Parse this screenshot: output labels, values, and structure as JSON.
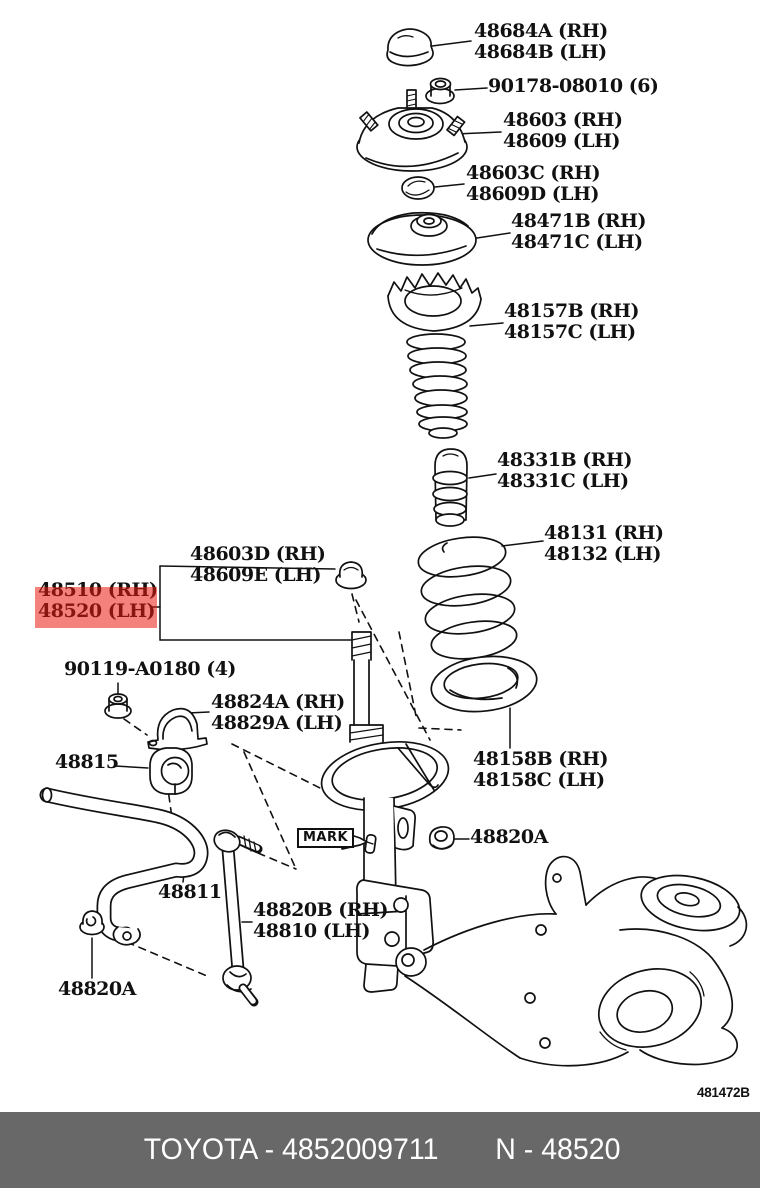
{
  "title": "Front spring and shock absorber exploded parts diagram",
  "parts": [
    {
      "id": "48684",
      "lines": [
        "48684A (RH)",
        "48684B (LH)"
      ]
    },
    {
      "id": "90178-08010",
      "lines": [
        "90178-08010 (6)"
      ]
    },
    {
      "id": "48603",
      "lines": [
        "48603 (RH)",
        "48609 (LH)"
      ]
    },
    {
      "id": "48603C",
      "lines": [
        "48603C (RH)",
        "48609D (LH)"
      ]
    },
    {
      "id": "48471B",
      "lines": [
        "48471B (RH)",
        "48471C (LH)"
      ]
    },
    {
      "id": "48157B",
      "lines": [
        "48157B (RH)",
        "48157C (LH)"
      ]
    },
    {
      "id": "48331B",
      "lines": [
        "48331B (RH)",
        "48331C (LH)"
      ]
    },
    {
      "id": "48131",
      "lines": [
        "48131 (RH)",
        "48132 (LH)"
      ]
    },
    {
      "id": "48603D",
      "lines": [
        "48603D (RH)",
        "48609E (LH)"
      ]
    },
    {
      "id": "48510",
      "lines": [
        "48510 (RH)",
        "48520 (LH)"
      ],
      "highlighted": true
    },
    {
      "id": "90119-A0180",
      "lines": [
        "90119-A0180 (4)"
      ]
    },
    {
      "id": "48824A",
      "lines": [
        "48824A (RH)",
        "48829A (LH)"
      ]
    },
    {
      "id": "48815",
      "lines": [
        "48815"
      ]
    },
    {
      "id": "48811",
      "lines": [
        "48811"
      ]
    },
    {
      "id": "48820B",
      "lines": [
        "48820B (RH)",
        "48810 (LH)"
      ]
    },
    {
      "id": "48820A-left",
      "lines": [
        "48820A"
      ]
    },
    {
      "id": "48158B",
      "lines": [
        "48158B (RH)",
        "48158C (LH)"
      ]
    },
    {
      "id": "48820A-right",
      "lines": [
        "48820A"
      ]
    }
  ],
  "mark_label": "MARK",
  "diagram_code": "481472B",
  "footer": {
    "catalog_ref": "TOYOTA - 4852009711",
    "group_ref": "N - 48520"
  },
  "colors": {
    "line": "#111111",
    "paper": "#ffffff",
    "footer_bg": "#686868",
    "footer_text": "#ffffff",
    "highlight": "rgba(235,25,15,0.55)",
    "highlight_visual_hex": "#f08078"
  }
}
